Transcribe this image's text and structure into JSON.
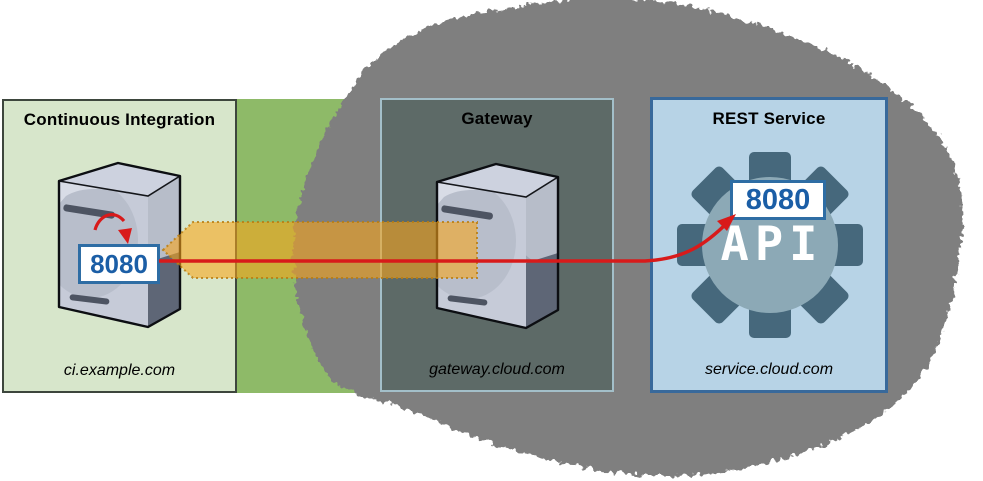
{
  "zones": {
    "ci": {
      "title": "Continuous Integration",
      "hostname": "ci.example.com",
      "port_label": "8080"
    },
    "gateway": {
      "title": "Gateway",
      "hostname": "gateway.cloud.com"
    },
    "rest": {
      "title": "REST Service",
      "hostname": "service.cloud.com",
      "port_label": "8080",
      "api_label": "API"
    }
  },
  "colors": {
    "cloud_fill": "#7f7f7f",
    "ci_zone_fill": "#d7e6cb",
    "ci_outer_fill": "#8eba68",
    "gateway_zone_fill": "#5d6a67",
    "rest_zone_fill": "#b7d3e6",
    "rest_zone_border": "#38699b",
    "tunnel_orange": "#f9a61a",
    "tunnel_dot_border": "#b97d10",
    "connection_red": "#d81a1a",
    "port_text_blue": "#1b5ea6",
    "port_border_blue": "#2e6da4",
    "gear_dark": "#46687c",
    "gear_circle": "#8ca9b6"
  }
}
